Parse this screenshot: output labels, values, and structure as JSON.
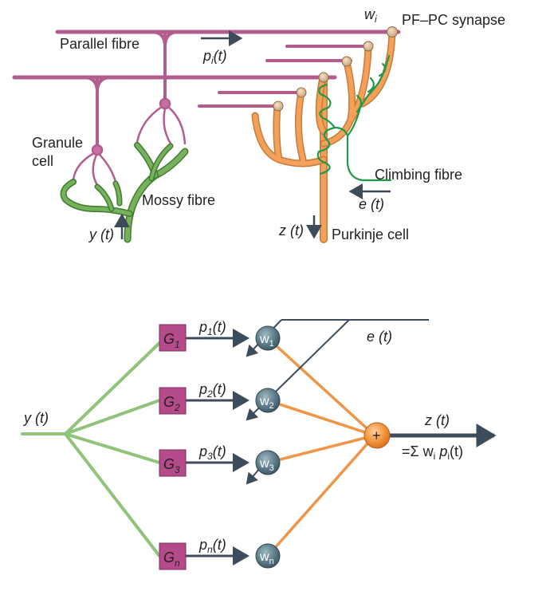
{
  "colors": {
    "parallel": "#b35d8f",
    "parallel_light": "#d9a6c3",
    "purkinje": "#f2a15a",
    "purkinje_edge": "#c97a37",
    "mossy": "#77b15e",
    "mossy_edge": "#3d7d2c",
    "climbing": "#1f9a49",
    "arrow": "#3d4c5a",
    "node": "#5f7f8c",
    "gbox": "#b54b8b",
    "sum": "#f28c36",
    "green_lines": "#8fc47a",
    "orange_lines": "#ee9547"
  },
  "top_panel": {
    "labels": {
      "parallel_fibre": "Parallel fibre",
      "p_i": "p",
      "p_i_sub": "i",
      "p_i_t": "(t)",
      "w_i": "w",
      "w_i_sub": "i",
      "pf_pc": "PF–PC synapse",
      "granule_1": "Granule",
      "granule_2": "cell",
      "mossy_fibre": "Mossy fibre",
      "y_t": "y (t)",
      "climbing_fibre": "Climbing fibre",
      "e_t": "e (t)",
      "z_t": "z (t)",
      "purkinje_cell": "Purkinje cell"
    }
  },
  "bottom_panel": {
    "input": "y (t)",
    "rows": [
      {
        "g": "G",
        "g_sub": "1",
        "p": "p",
        "p_sub": "1",
        "p_t": "(t)",
        "w": "w",
        "w_sub": "1"
      },
      {
        "g": "G",
        "g_sub": "2",
        "p": "p",
        "p_sub": "2",
        "p_t": "(t)",
        "w": "w",
        "w_sub": "2"
      },
      {
        "g": "G",
        "g_sub": "3",
        "p": "p",
        "p_sub": "3",
        "p_t": "(t)",
        "w": "w",
        "w_sub": "3"
      },
      {
        "g": "G",
        "g_sub": "n",
        "p": "p",
        "p_sub": "n",
        "p_t": "(t)",
        "w": "w",
        "w_sub": "n"
      }
    ],
    "error": "e (t)",
    "sum_symbol": "+",
    "output": "z (t)",
    "formula_pre": "=Σ w",
    "formula_w_sub": "i",
    "formula_p": " p",
    "formula_p_sub": "i",
    "formula_t": "(t)"
  }
}
